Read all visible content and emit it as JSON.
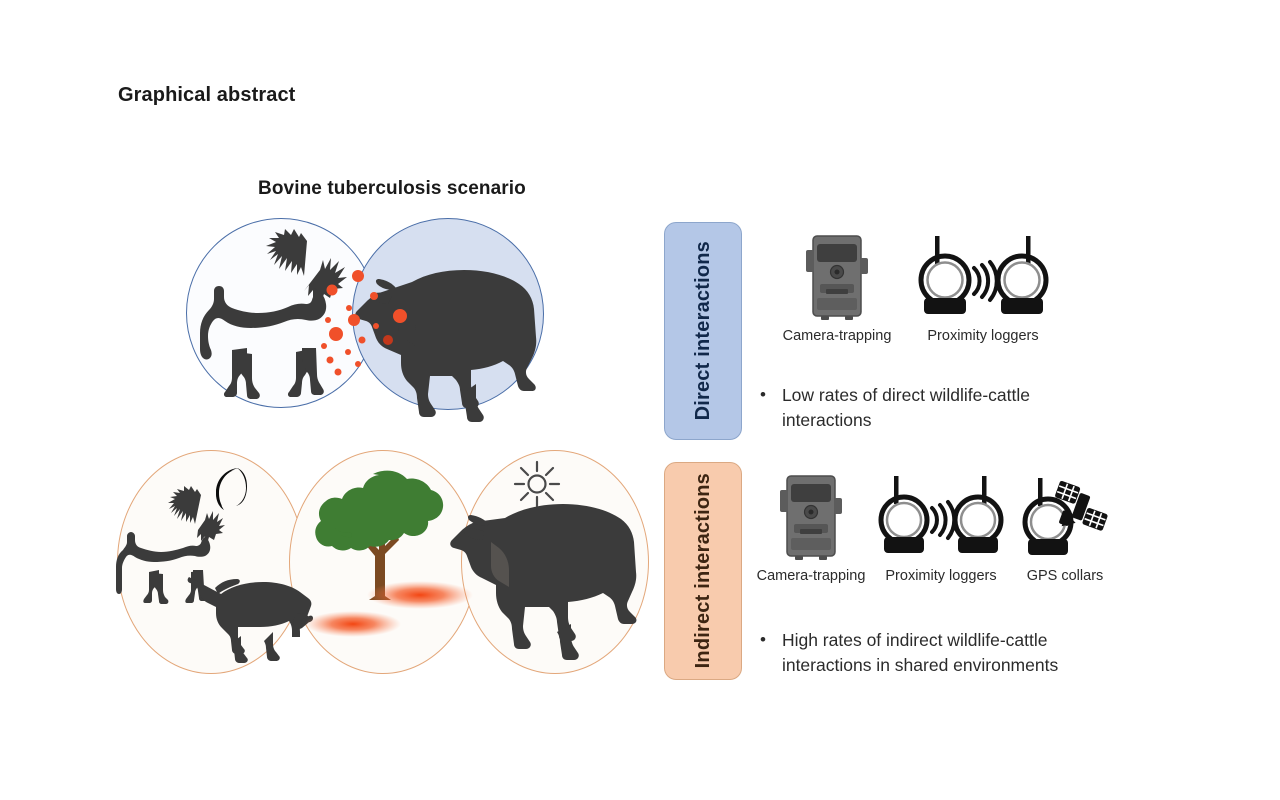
{
  "page": {
    "title": "Graphical abstract",
    "scenario_title": "Bovine tuberculosis scenario"
  },
  "colors": {
    "direct_box_fill": "#b4c7e7",
    "direct_box_border": "#8da6cc",
    "indirect_box_fill": "#f8cbad",
    "indirect_box_border": "#dba983",
    "blue_circle_stroke": "#4a6ea8",
    "blue_circle_fill_right": "#d6dff0",
    "blue_circle_fill_left": "#fbfcfe",
    "orange_circle_stroke": "#e3a77a",
    "orange_circle_fill": "#fdfbf8",
    "pathogen_dot": "#f0502a",
    "contamination_patch": "#f04f22",
    "tree_foliage": "#3f7d33",
    "tree_trunk": "#7b4a22",
    "animal_silhouette": "#3b3b3b",
    "device_grey": "#6f6f6f",
    "text": "#2b2b2b"
  },
  "direct_section": {
    "label": "Direct interactions",
    "devices": [
      {
        "name": "camera-trapping",
        "label": "Camera-trapping"
      },
      {
        "name": "proximity-loggers",
        "label": "Proximity loggers"
      }
    ],
    "bullets": [
      {
        "marker": "•",
        "text": "Low rates of direct wildlife-cattle interactions"
      }
    ]
  },
  "indirect_section": {
    "label": "Indirect interactions",
    "devices": [
      {
        "name": "camera-trapping",
        "label": "Camera-trapping"
      },
      {
        "name": "proximity-loggers",
        "label": "Proximity loggers"
      },
      {
        "name": "gps-collars",
        "label": "GPS collars"
      }
    ],
    "bullets": [
      {
        "marker": "•",
        "text": "High rates of indirect wildlife-cattle interactions in shared environments"
      }
    ]
  },
  "direct_diagram": {
    "type": "venn-2-circle",
    "left_circle": {
      "contents": [
        "deer"
      ],
      "fill": "white"
    },
    "right_circle": {
      "contents": [
        "cattle"
      ],
      "fill": "light-blue"
    },
    "overlap": {
      "contents": [
        "pathogen-droplets"
      ],
      "droplet_count": 14
    }
  },
  "indirect_diagram": {
    "type": "venn-3-circle",
    "circles": [
      {
        "position": "left",
        "contents": [
          "moon",
          "deer",
          "wild-boar"
        ]
      },
      {
        "position": "middle",
        "contents": [
          "tree",
          "contamination-patch",
          "contamination-patch"
        ]
      },
      {
        "position": "right",
        "contents": [
          "sun",
          "grazing-cattle"
        ]
      }
    ]
  }
}
